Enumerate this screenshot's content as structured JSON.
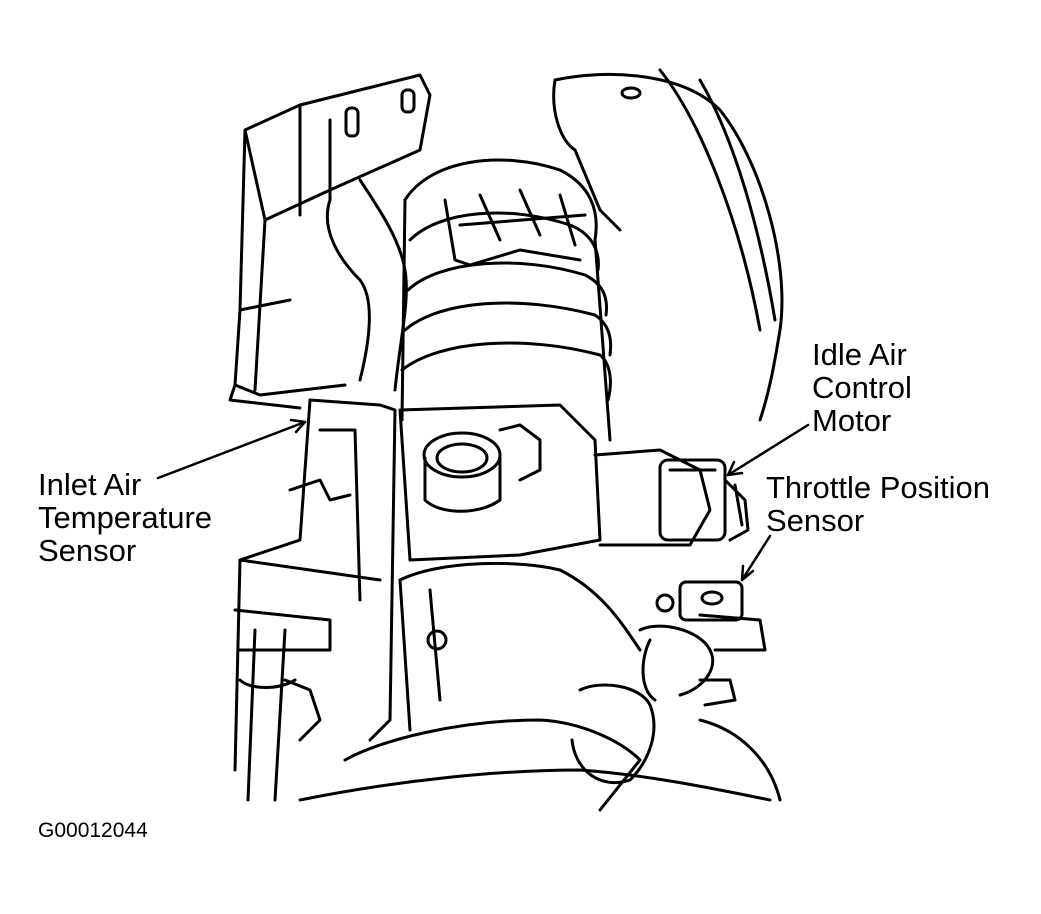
{
  "labels": {
    "inlet_air": [
      "Inlet Air",
      "Temperature",
      "Sensor"
    ],
    "idle_air": [
      "Idle Air",
      "Control",
      "Motor"
    ],
    "throttle": [
      "Throttle Position",
      "Sensor"
    ]
  },
  "figure_code": "G00012044",
  "colors": {
    "line": "#000000",
    "background": "#ffffff"
  }
}
